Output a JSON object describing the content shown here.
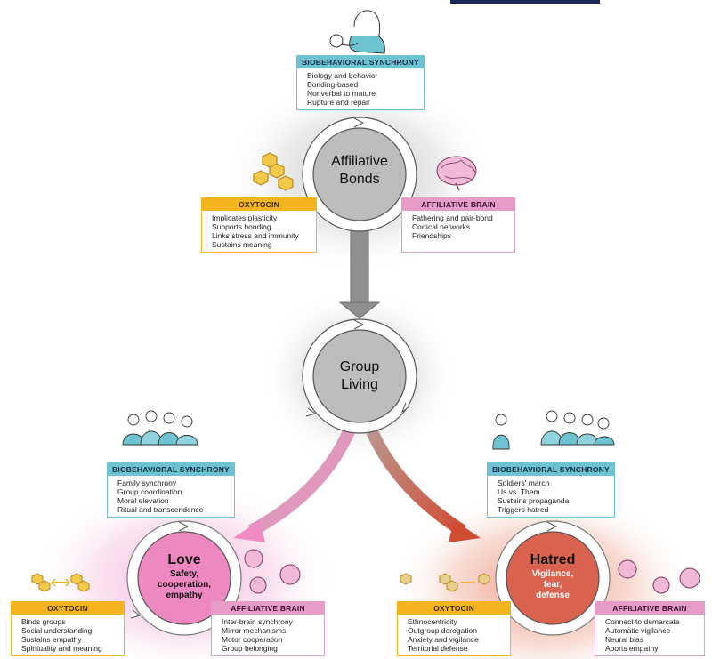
{
  "colors": {
    "sync": "#6dc3d2",
    "oxytocin": "#f3b420",
    "brain": "#e59cc7",
    "love_center": "#ee88c0",
    "hatred_center": "#d9634f",
    "arrow_gray": "#888888",
    "header_bar": "#1c2855"
  },
  "icons": [
    "mother-infant-icon",
    "oxytocin-molecule-icon",
    "brain-icon",
    "group-people-icon",
    "soldiers-icon",
    "neuron-cell-icon"
  ],
  "top": {
    "center": {
      "line1": "Affiliative",
      "line2": "Bonds"
    },
    "sync": {
      "header": "BIOBEHAVIORAL SYNCHRONY",
      "items": [
        "Biology and behavior",
        "Bonding-based",
        "Nonverbal to mature",
        "Rupture and repair"
      ]
    },
    "oxytocin": {
      "header": "OXYTOCIN",
      "items": [
        "Implicates plasticity",
        "Supports bonding",
        "Links stress and immunity",
        "Sustains meaning"
      ]
    },
    "brain": {
      "header": "AFFILIATIVE BRAIN",
      "items": [
        "Fathering and pair-bond",
        "Cortical networks",
        "Friendships"
      ]
    }
  },
  "middle": {
    "center": {
      "line1": "Group",
      "line2": "Living"
    }
  },
  "love": {
    "center": {
      "title": "Love",
      "sub1": "Safety,",
      "sub2": "cooperation,",
      "sub3": "empathy"
    },
    "sync": {
      "header": "BIOBEHAVIORAL SYNCHRONY",
      "items": [
        "Family synchrony",
        "Group coordination",
        "Moral elevation",
        "Ritual and transcendence"
      ]
    },
    "oxytocin": {
      "header": "OXYTOCIN",
      "items": [
        "Binds groups",
        "Social understanding",
        "Sustains empathy",
        "Spirituality and meaning"
      ]
    },
    "brain": {
      "header": "AFFILIATIVE BRAIN",
      "items": [
        "Inter-brain synchrony",
        "Mirror mechanisms",
        "Motor cooperation",
        "Group belonging"
      ]
    }
  },
  "hatred": {
    "center": {
      "title": "Hatred",
      "sub1": "Vigilance,",
      "sub2": "fear,",
      "sub3": "defense"
    },
    "sync": {
      "header": "BIOBEHAVIORAL SYNCHRONY",
      "items": [
        "Soldiers' march",
        "Us vs. Them",
        "Sustains propaganda",
        "Triggers hatred"
      ]
    },
    "oxytocin": {
      "header": "OXYTOCIN",
      "items": [
        "Ethnocentricity",
        "Outgroup derogation",
        "Anxiety and vigilance",
        "Territorial defense"
      ]
    },
    "brain": {
      "header": "AFFILIATIVE BRAIN",
      "items": [
        "Connect to demarcate",
        "Automatic vigilance",
        "Neural bias",
        "Aborts empathy"
      ]
    }
  }
}
